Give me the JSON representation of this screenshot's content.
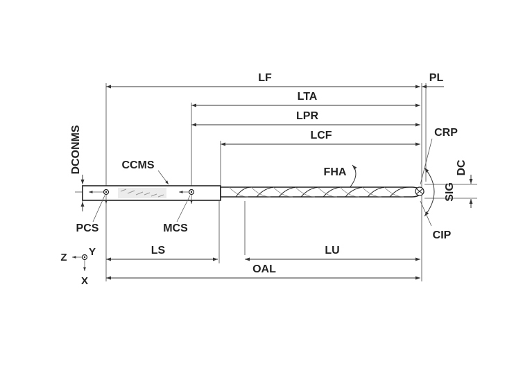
{
  "labels": {
    "lf": "LF",
    "pl": "PL",
    "lta": "LTA",
    "lpr": "LPR",
    "lcf": "LCF",
    "crp": "CRP",
    "dc": "DC",
    "dconms": "DCONMS",
    "ccms": "CCMS",
    "fha": "FHA",
    "sig": "SIG",
    "pcs": "PCS",
    "mcs": "MCS",
    "cip": "CIP",
    "ls": "LS",
    "lu": "LU",
    "oal": "OAL"
  },
  "axes": {
    "z": "Z",
    "y": "Y",
    "x": "X"
  }
}
